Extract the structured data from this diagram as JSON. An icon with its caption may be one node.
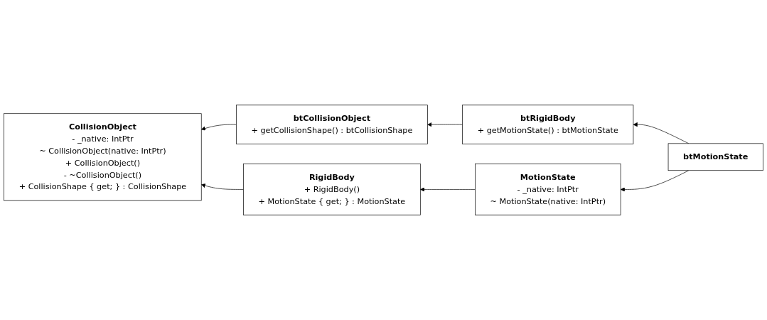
{
  "diagram": {
    "nodes": [
      {
        "text": [
          "btCollisionObject",
          "+ getCollisionShape() : btCollisionShape"
        ]
      },
      {
        "text": [
          "btRigidBody",
          "+ getMotionState() : btMotionState"
        ]
      },
      {
        "text": [
          "btMotionState"
        ]
      },
      {
        "text": [
          "CollisionObject",
          "- _native: IntPtr",
          "~ CollisionObject(native: IntPtr)",
          "+ CollisionObject()",
          "- ~CollisionObject()",
          "+ CollisionShape { get; } : CollisionShape"
        ]
      },
      {
        "text": [
          "RigidBody",
          "+ RigidBody()",
          "+ MotionState { get; } : MotionState"
        ]
      },
      {
        "text": [
          "MotionState",
          "- _native: IntPtr",
          "~ MotionState(native: IntPtr)"
        ]
      }
    ],
    "edges": [
      {
        "from": 0,
        "to": 3,
        "arrow": "to"
      },
      {
        "from": 1,
        "to": 0,
        "arrow": "to"
      },
      {
        "from": 2,
        "to": 1,
        "arrow": "to"
      },
      {
        "from": 4,
        "to": 3,
        "arrow": "to"
      },
      {
        "from": 2,
        "to": 5,
        "arrow": "to"
      },
      {
        "from": 5,
        "to": 4,
        "arrow": "to"
      }
    ]
  }
}
